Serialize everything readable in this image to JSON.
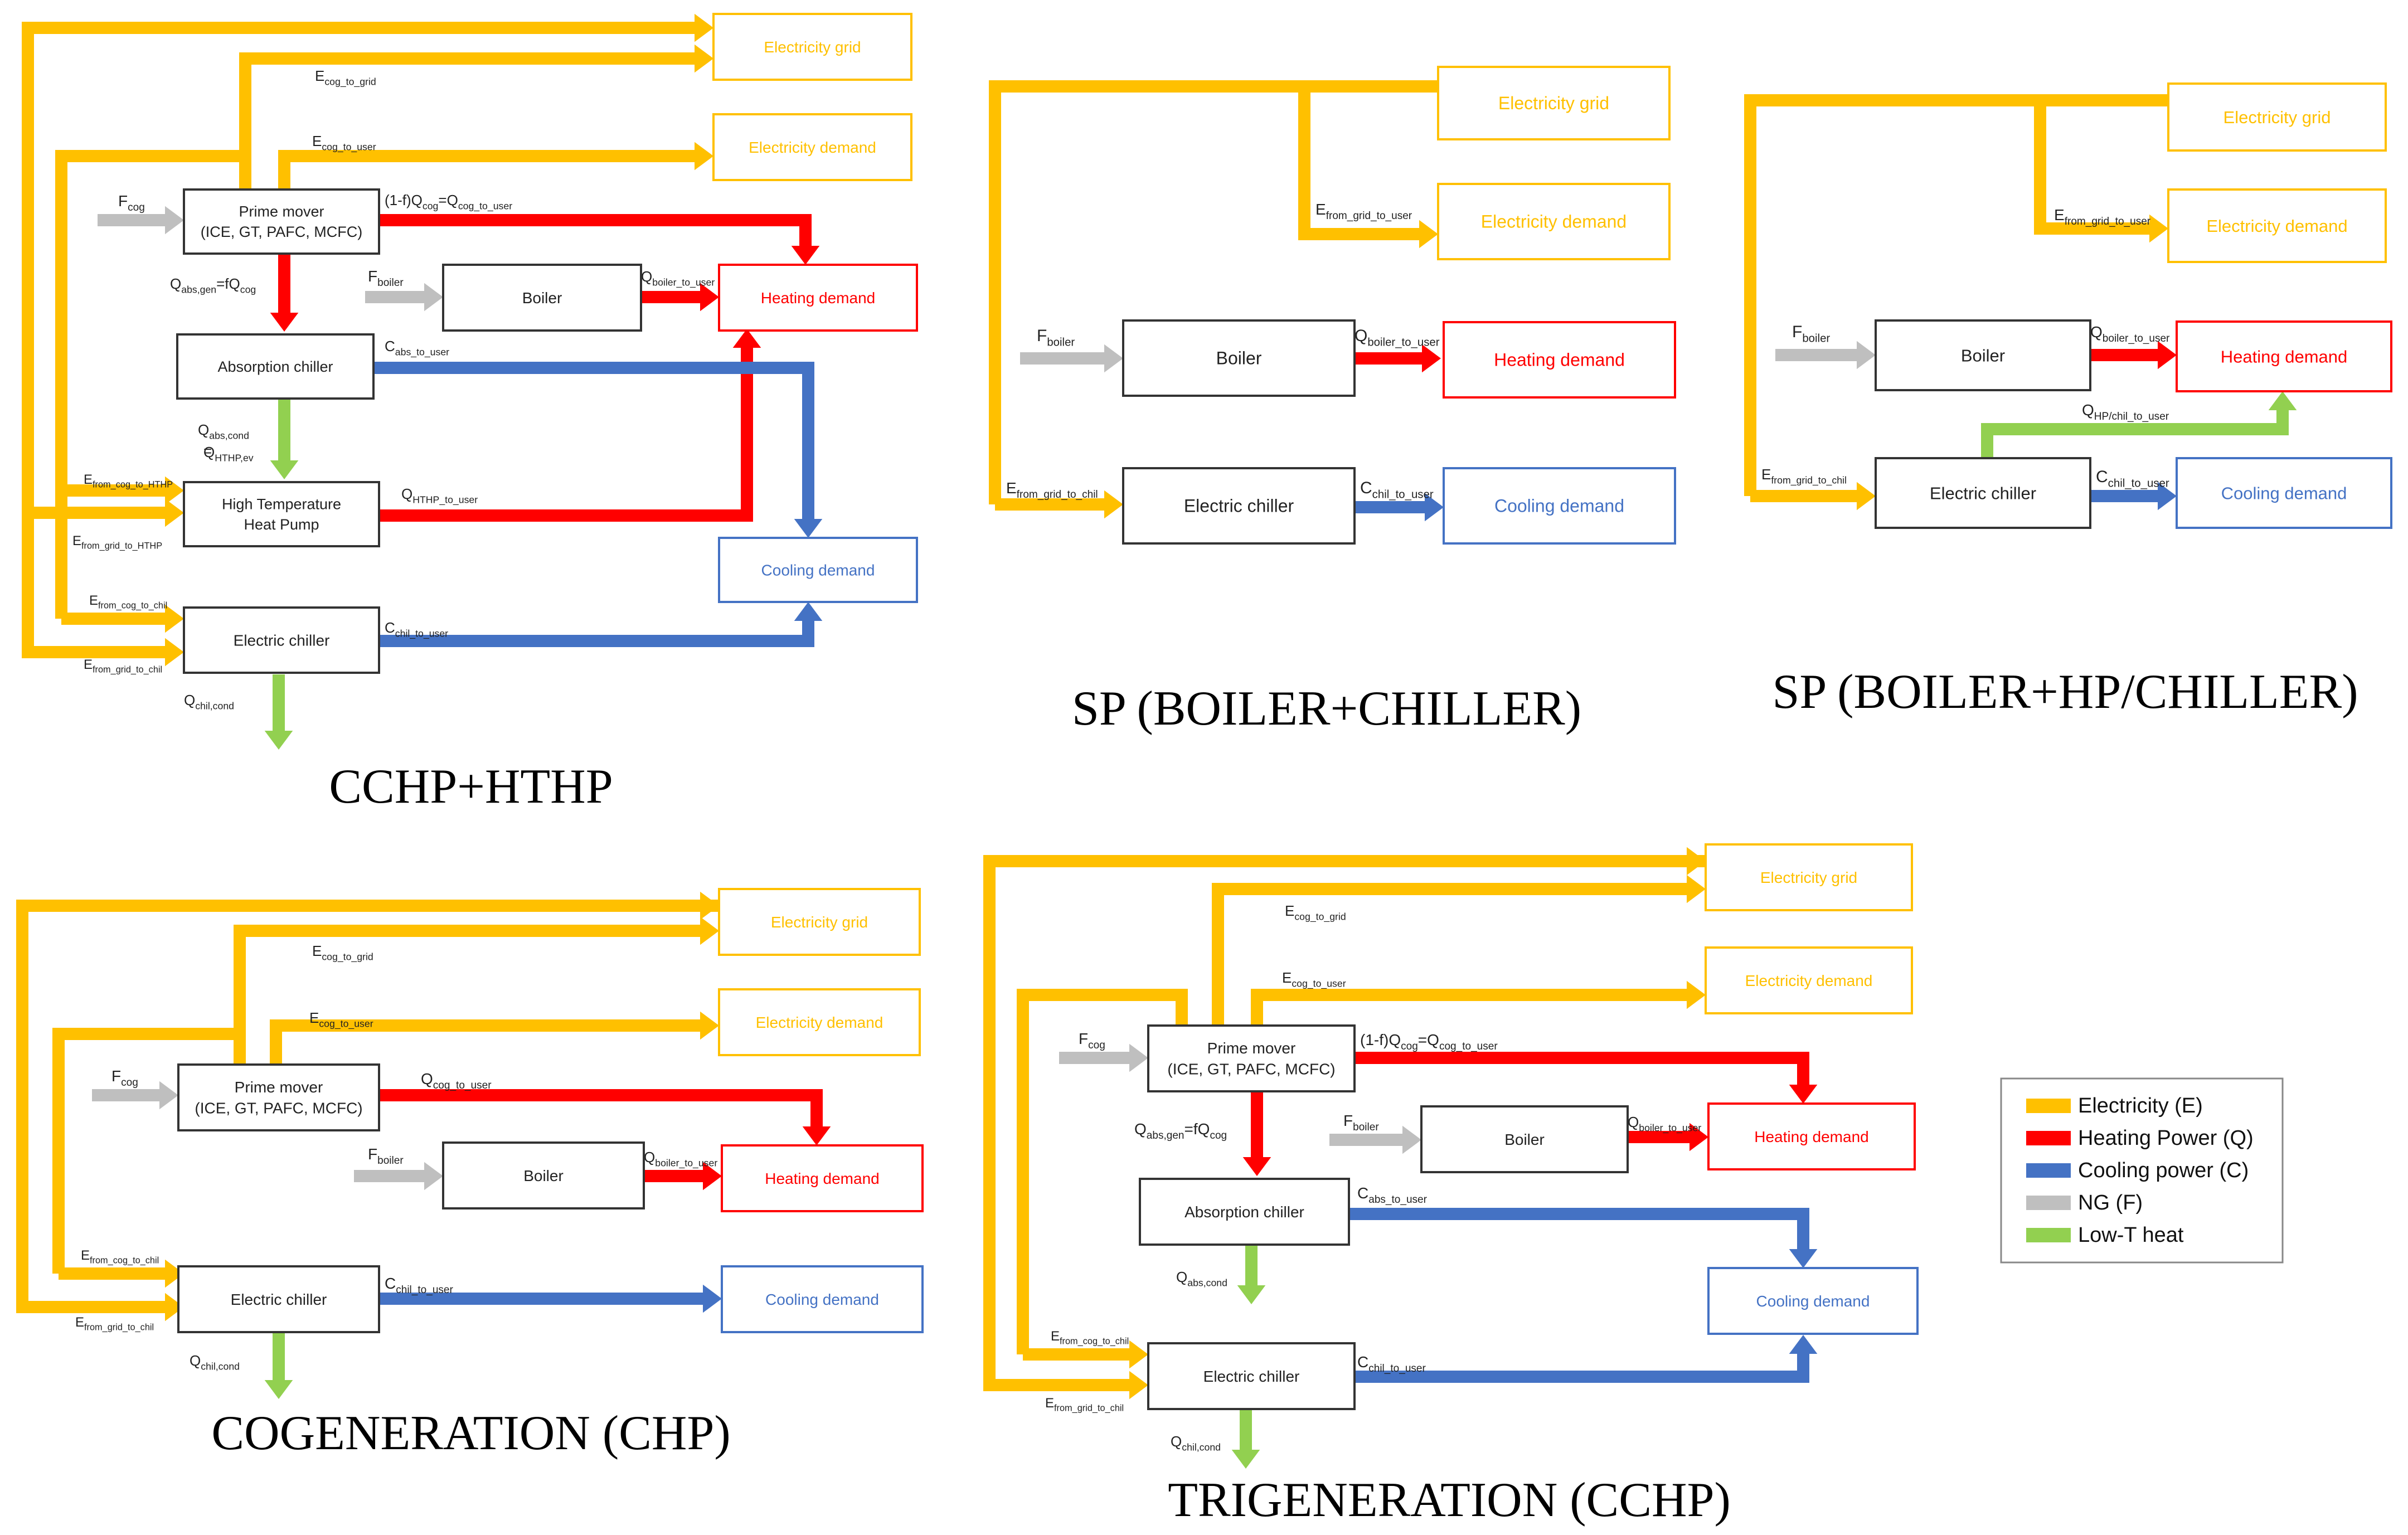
{
  "colors": {
    "electricity": "#FFC000",
    "heating": "#FF0000",
    "cooling": "#4472C4",
    "ng": "#BFBFBF",
    "lowt": "#92D050",
    "box_border": "#333333"
  },
  "captions": {
    "cchp_hthp": "CCHP+HTHP",
    "sp_boiler_chiller": "SP (BOILER+CHILLER)",
    "sp_boiler_hp_chiller": "SP (BOILER+HP/CHILLER)",
    "cogeneration": "COGENERATION (CHP)",
    "trigeneration": "TRIGENERATION (CCHP)"
  },
  "nodes": {
    "electricity_grid": "Electricity grid",
    "electricity_demand": "Electricity demand",
    "heating_demand": "Heating demand",
    "cooling_demand": "Cooling demand",
    "prime_mover_line1": "Prime mover",
    "prime_mover_line2": "(ICE, GT, PAFC, MCFC)",
    "boiler": "Boiler",
    "absorption_chiller": "Absorption chiller",
    "electric_chiller": "Electric chiller",
    "hthp_line1": "High Temperature",
    "hthp_line2": "Heat Pump"
  },
  "flow_labels": {
    "e_cog_to_grid": {
      "main": "E",
      "sub": "cog_to_grid"
    },
    "e_cog_to_user": {
      "main": "E",
      "sub": "cog_to_user"
    },
    "f_cog": {
      "main": "F",
      "sub": "cog"
    },
    "f_boiler": {
      "main": "F",
      "sub": "boiler"
    },
    "q_boiler_to_user": {
      "main": "Q",
      "sub": "boiler_to_user"
    },
    "q_cog_to_user": {
      "main": "Q",
      "sub": "cog_to_user"
    },
    "one_minus_f_qcog": "(1-f)Q",
    "q_abs_gen_prefix": "Q",
    "q_abs_gen_sub": "abs,gen",
    "q_abs_gen_mid": "=fQ",
    "cog_sub": "cog",
    "c_abs_to_user": {
      "main": "C",
      "sub": "abs_to_user"
    },
    "c_chil_to_user": {
      "main": "C",
      "sub": "chil_to_user"
    },
    "q_abs_cond": {
      "main": "Q",
      "sub": "abs,cond"
    },
    "q_hthp_ev": {
      "main": "Q",
      "sub": "HTHP,ev"
    },
    "q_hthp_to_user": {
      "main": "Q",
      "sub": "HTHP_to_user"
    },
    "e_from_cog_to_hthp": {
      "main": "E",
      "sub": "from_cog_to_HTHP"
    },
    "e_from_grid_to_hthp": {
      "main": "E",
      "sub": "from_grid_to_HTHP"
    },
    "e_from_cog_to_chil": {
      "main": "E",
      "sub": "from_cog_to_chil"
    },
    "e_from_grid_to_chil": {
      "main": "E",
      "sub": "from_grid_to_chil"
    },
    "e_from_grid_to_user": {
      "main": "E",
      "sub": "from_grid_to_user"
    },
    "q_chil_cond": {
      "main": "Q",
      "sub": "chil,cond"
    },
    "q_hp_chil_to_user": {
      "main": "Q",
      "sub": "HP/chil_to_user"
    }
  },
  "legend": {
    "items": [
      {
        "label": "Electricity (E)",
        "color_key": "electricity"
      },
      {
        "label": "Heating Power (Q)",
        "color_key": "heating"
      },
      {
        "label": "Cooling power (C)",
        "color_key": "cooling"
      },
      {
        "label": "NG (F)",
        "color_key": "ng"
      },
      {
        "label": "Low-T heat",
        "color_key": "lowt"
      }
    ]
  }
}
